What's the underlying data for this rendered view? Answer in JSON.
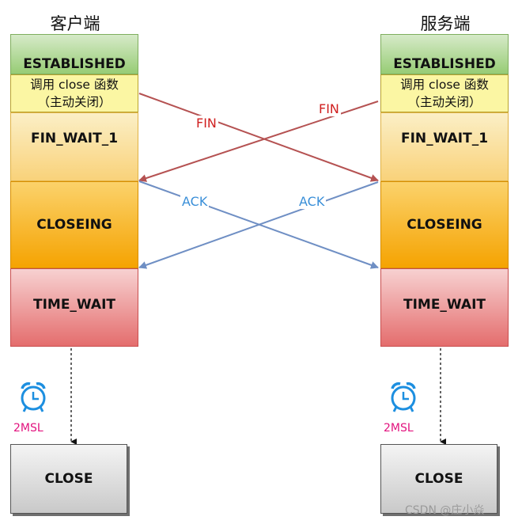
{
  "client": {
    "title": "客户端",
    "established": "ESTABLISHED",
    "call_line1": "调用 close 函数",
    "call_line2": "（主动关闭）",
    "fin_wait_1": "FIN_WAIT_1",
    "closing": "CLOSEING",
    "time_wait": "TIME_WAIT",
    "timer_label": "2MSL",
    "close": "CLOSE"
  },
  "server": {
    "title": "服务端",
    "established": "ESTABLISHED",
    "call_line1": "调用 close 函数",
    "call_line2": "（主动关闭）",
    "fin_wait_1": "FIN_WAIT_1",
    "closing": "CLOSEING",
    "time_wait": "TIME_WAIT",
    "timer_label": "2MSL",
    "close": "CLOSE"
  },
  "messages": {
    "client_fin": "FIN",
    "server_fin": "FIN",
    "client_ack": "ACK",
    "server_ack": "ACK"
  },
  "colors": {
    "fin_arrow": "#b55252",
    "ack_arrow": "#6f8fc4",
    "fin_text": "#d02020",
    "ack_text": "#3a8fd8",
    "timer_icon": "#1d8fe0"
  },
  "watermark": "CSDN @庄小焱"
}
